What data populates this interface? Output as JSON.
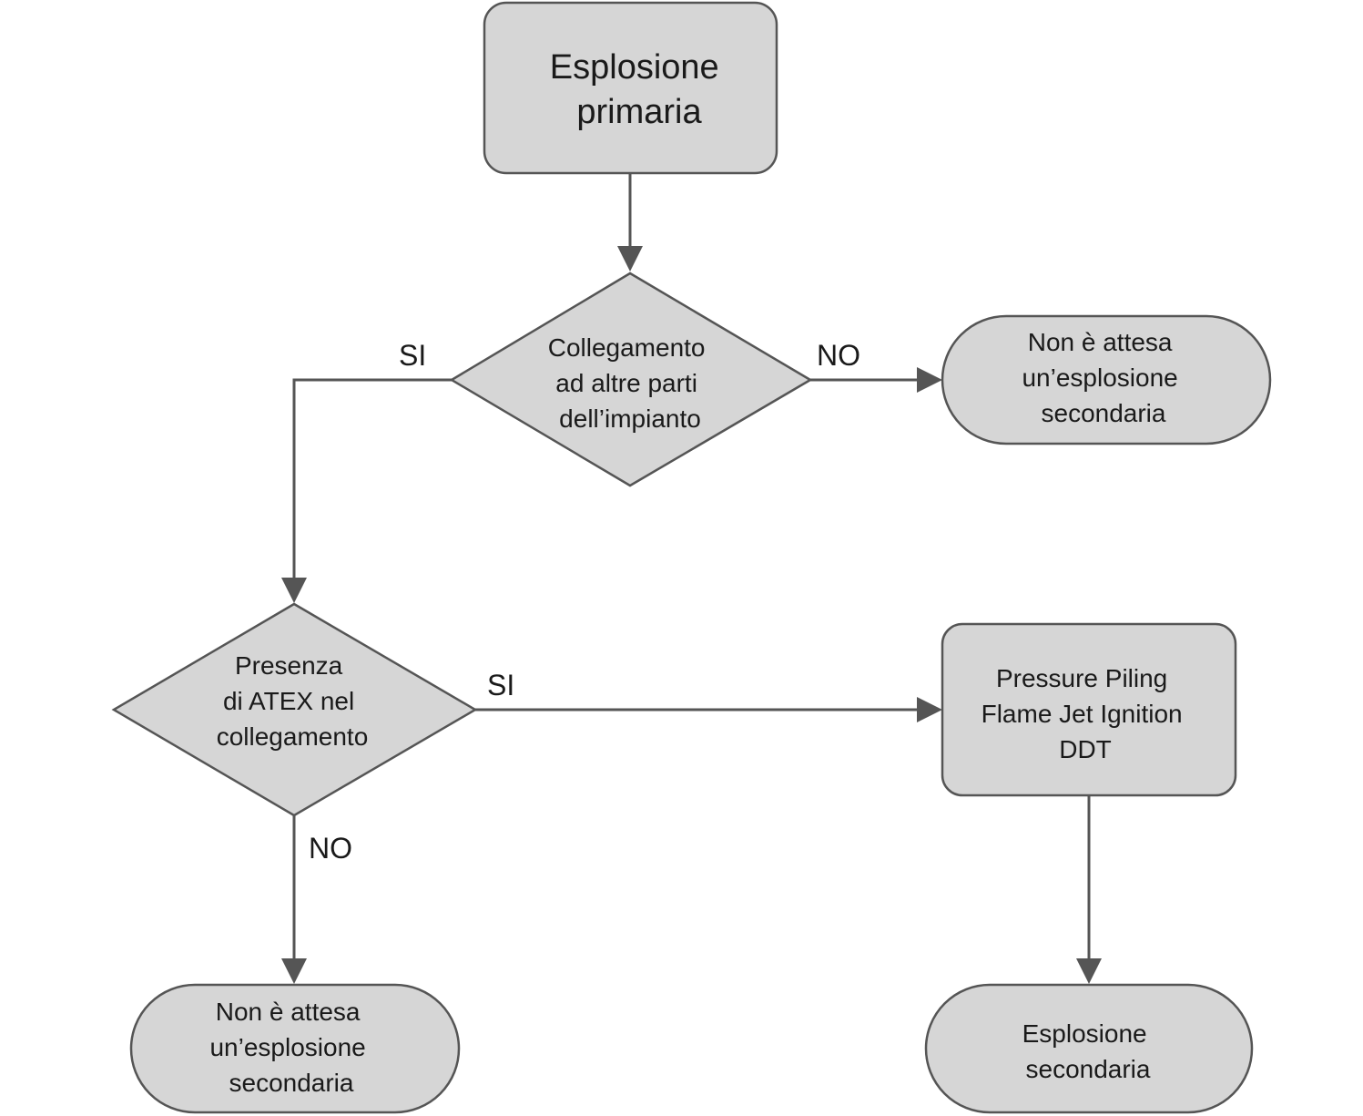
{
  "nodes": {
    "primary_explosion": [
      "Esplosione",
      "primaria"
    ],
    "decision_connection": [
      "Collegamento",
      "ad altre parti",
      "dell’impianto"
    ],
    "no_secondary_right": [
      "Non è attesa",
      "un’esplosione",
      "secondaria"
    ],
    "decision_atex": [
      "Presenza",
      "di ATEX nel",
      "collegamento"
    ],
    "mechanisms": [
      "Pressure Piling",
      "Flame Jet Ignition",
      "DDT"
    ],
    "no_secondary_bottom": [
      "Non è attesa",
      "un’esplosione",
      "secondaria"
    ],
    "secondary_explosion": [
      "Esplosione",
      "secondaria"
    ]
  },
  "labels": {
    "connection_yes": "SI",
    "connection_no": "NO",
    "atex_yes": "SI",
    "atex_no": "NO"
  },
  "colors": {
    "fill": "#d6d6d6",
    "stroke": "#555555",
    "text": "#1a1a1a"
  }
}
